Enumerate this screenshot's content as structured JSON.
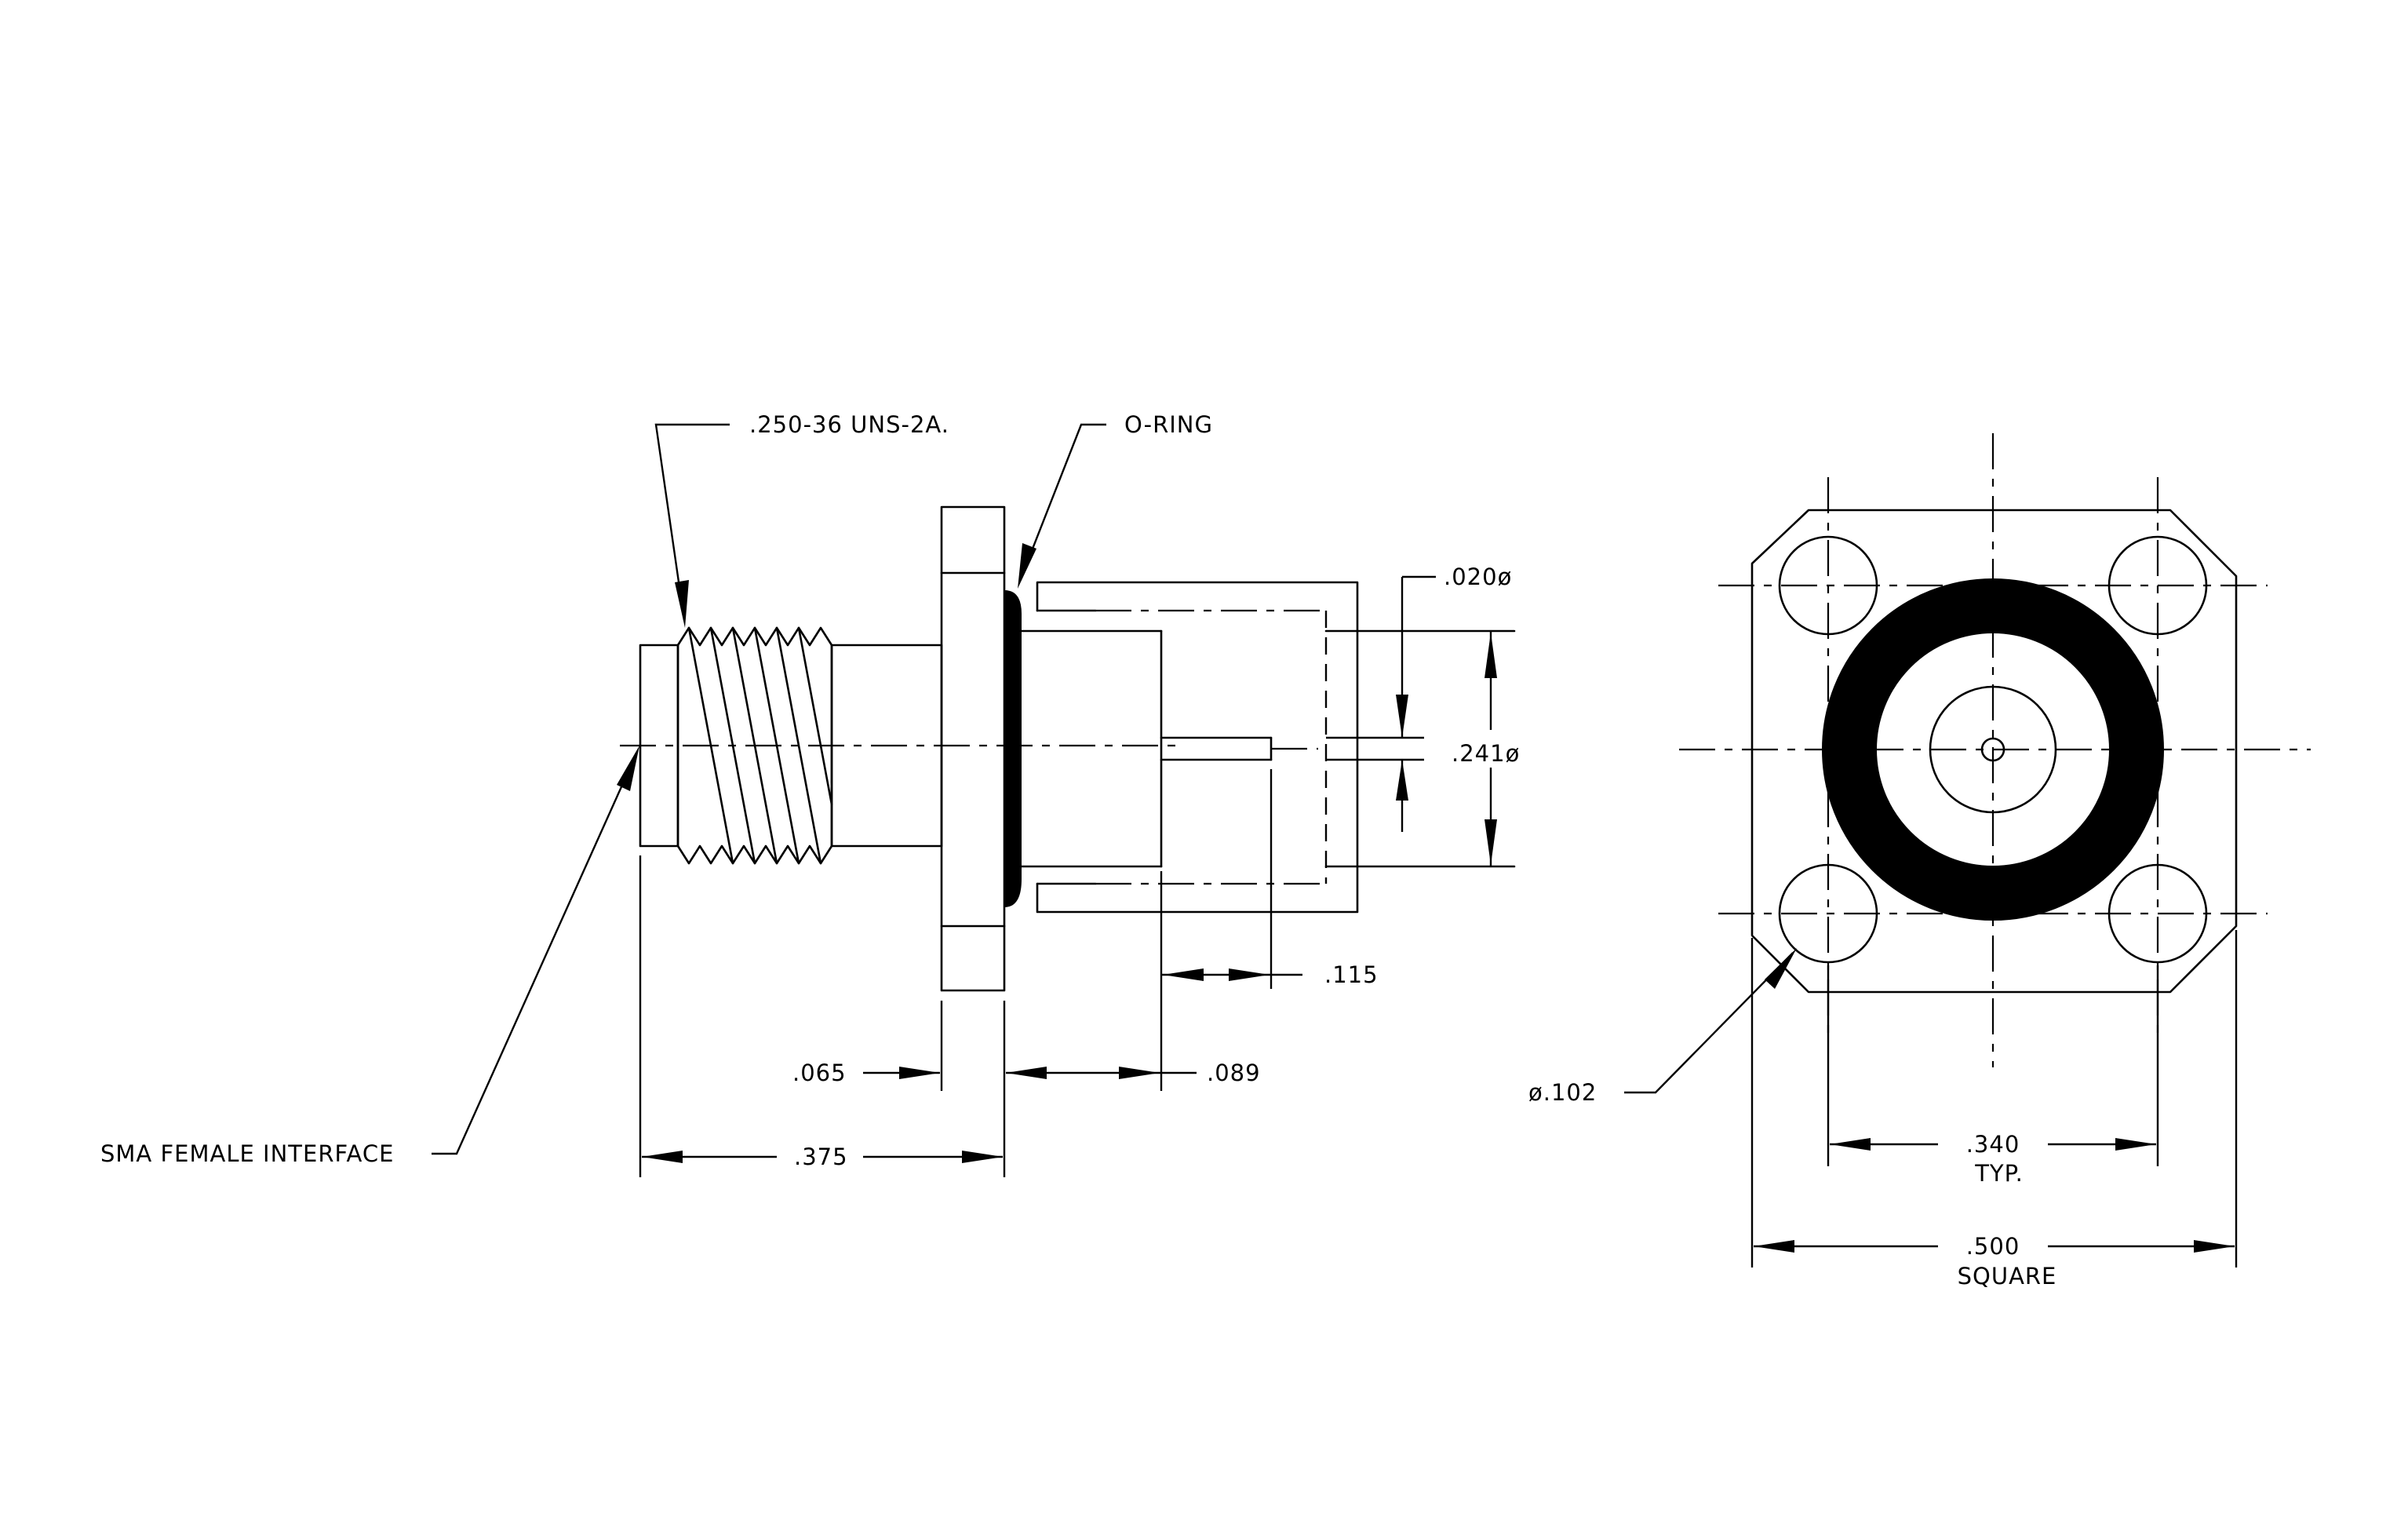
{
  "callouts": {
    "thread": ".250-36 UNS-2A.",
    "oring": "O-RING",
    "interface": "SMA FEMALE INTERFACE",
    "pin_dia": ".020ø",
    "body_dia": ".241ø",
    "hole_dia": "ø.102"
  },
  "dimensions": {
    "d115": ".115",
    "d065": ".065",
    "d089": ".089",
    "d375": ".375",
    "d340": ".340",
    "d340_note": "TYP.",
    "d500": ".500",
    "d500_note": "SQUARE"
  },
  "colors": {
    "line": "#000000",
    "background": "#ffffff"
  }
}
